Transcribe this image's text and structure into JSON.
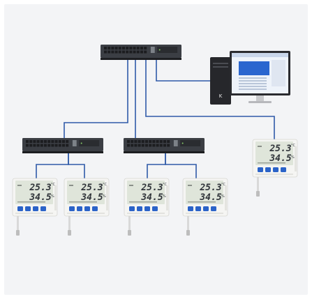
{
  "colors": {
    "panel_bg": "#f3f4f6",
    "cable": "#2f5aa8",
    "switch_body": "#3b3e44",
    "switch_port": "#1c1d20",
    "sensor_body": "#f5f5f3",
    "lcd_bg": "#dfe5da",
    "lcd_digit": "#30343a",
    "sensor_button": "#2b63c8",
    "monitor_screen": "#2a66cf",
    "pc_tower": "#26272b"
  },
  "devices": {
    "core_switch": {
      "icon": "network-switch-icon"
    },
    "computer": {
      "icon": "desktop-computer-icon",
      "tower_badge": "K"
    },
    "access_switches": [
      {
        "icon": "network-switch-icon"
      },
      {
        "icon": "network-switch-icon"
      }
    ],
    "sensors": [
      {
        "icon": "temperature-humidity-sensor-icon",
        "temp": "25.3",
        "temp_unit": "°C",
        "hum": "34.5",
        "hum_unit": "%"
      },
      {
        "icon": "temperature-humidity-sensor-icon",
        "temp": "25.3",
        "temp_unit": "°C",
        "hum": "34.5",
        "hum_unit": "%"
      },
      {
        "icon": "temperature-humidity-sensor-icon",
        "temp": "25.3",
        "temp_unit": "°C",
        "hum": "34.5",
        "hum_unit": "%"
      },
      {
        "icon": "temperature-humidity-sensor-icon",
        "temp": "25.3",
        "temp_unit": "°C",
        "hum": "34.5",
        "hum_unit": "%"
      },
      {
        "icon": "temperature-humidity-sensor-icon",
        "temp": "25.3",
        "temp_unit": "°C",
        "hum": "34.5",
        "hum_unit": "%"
      }
    ]
  }
}
